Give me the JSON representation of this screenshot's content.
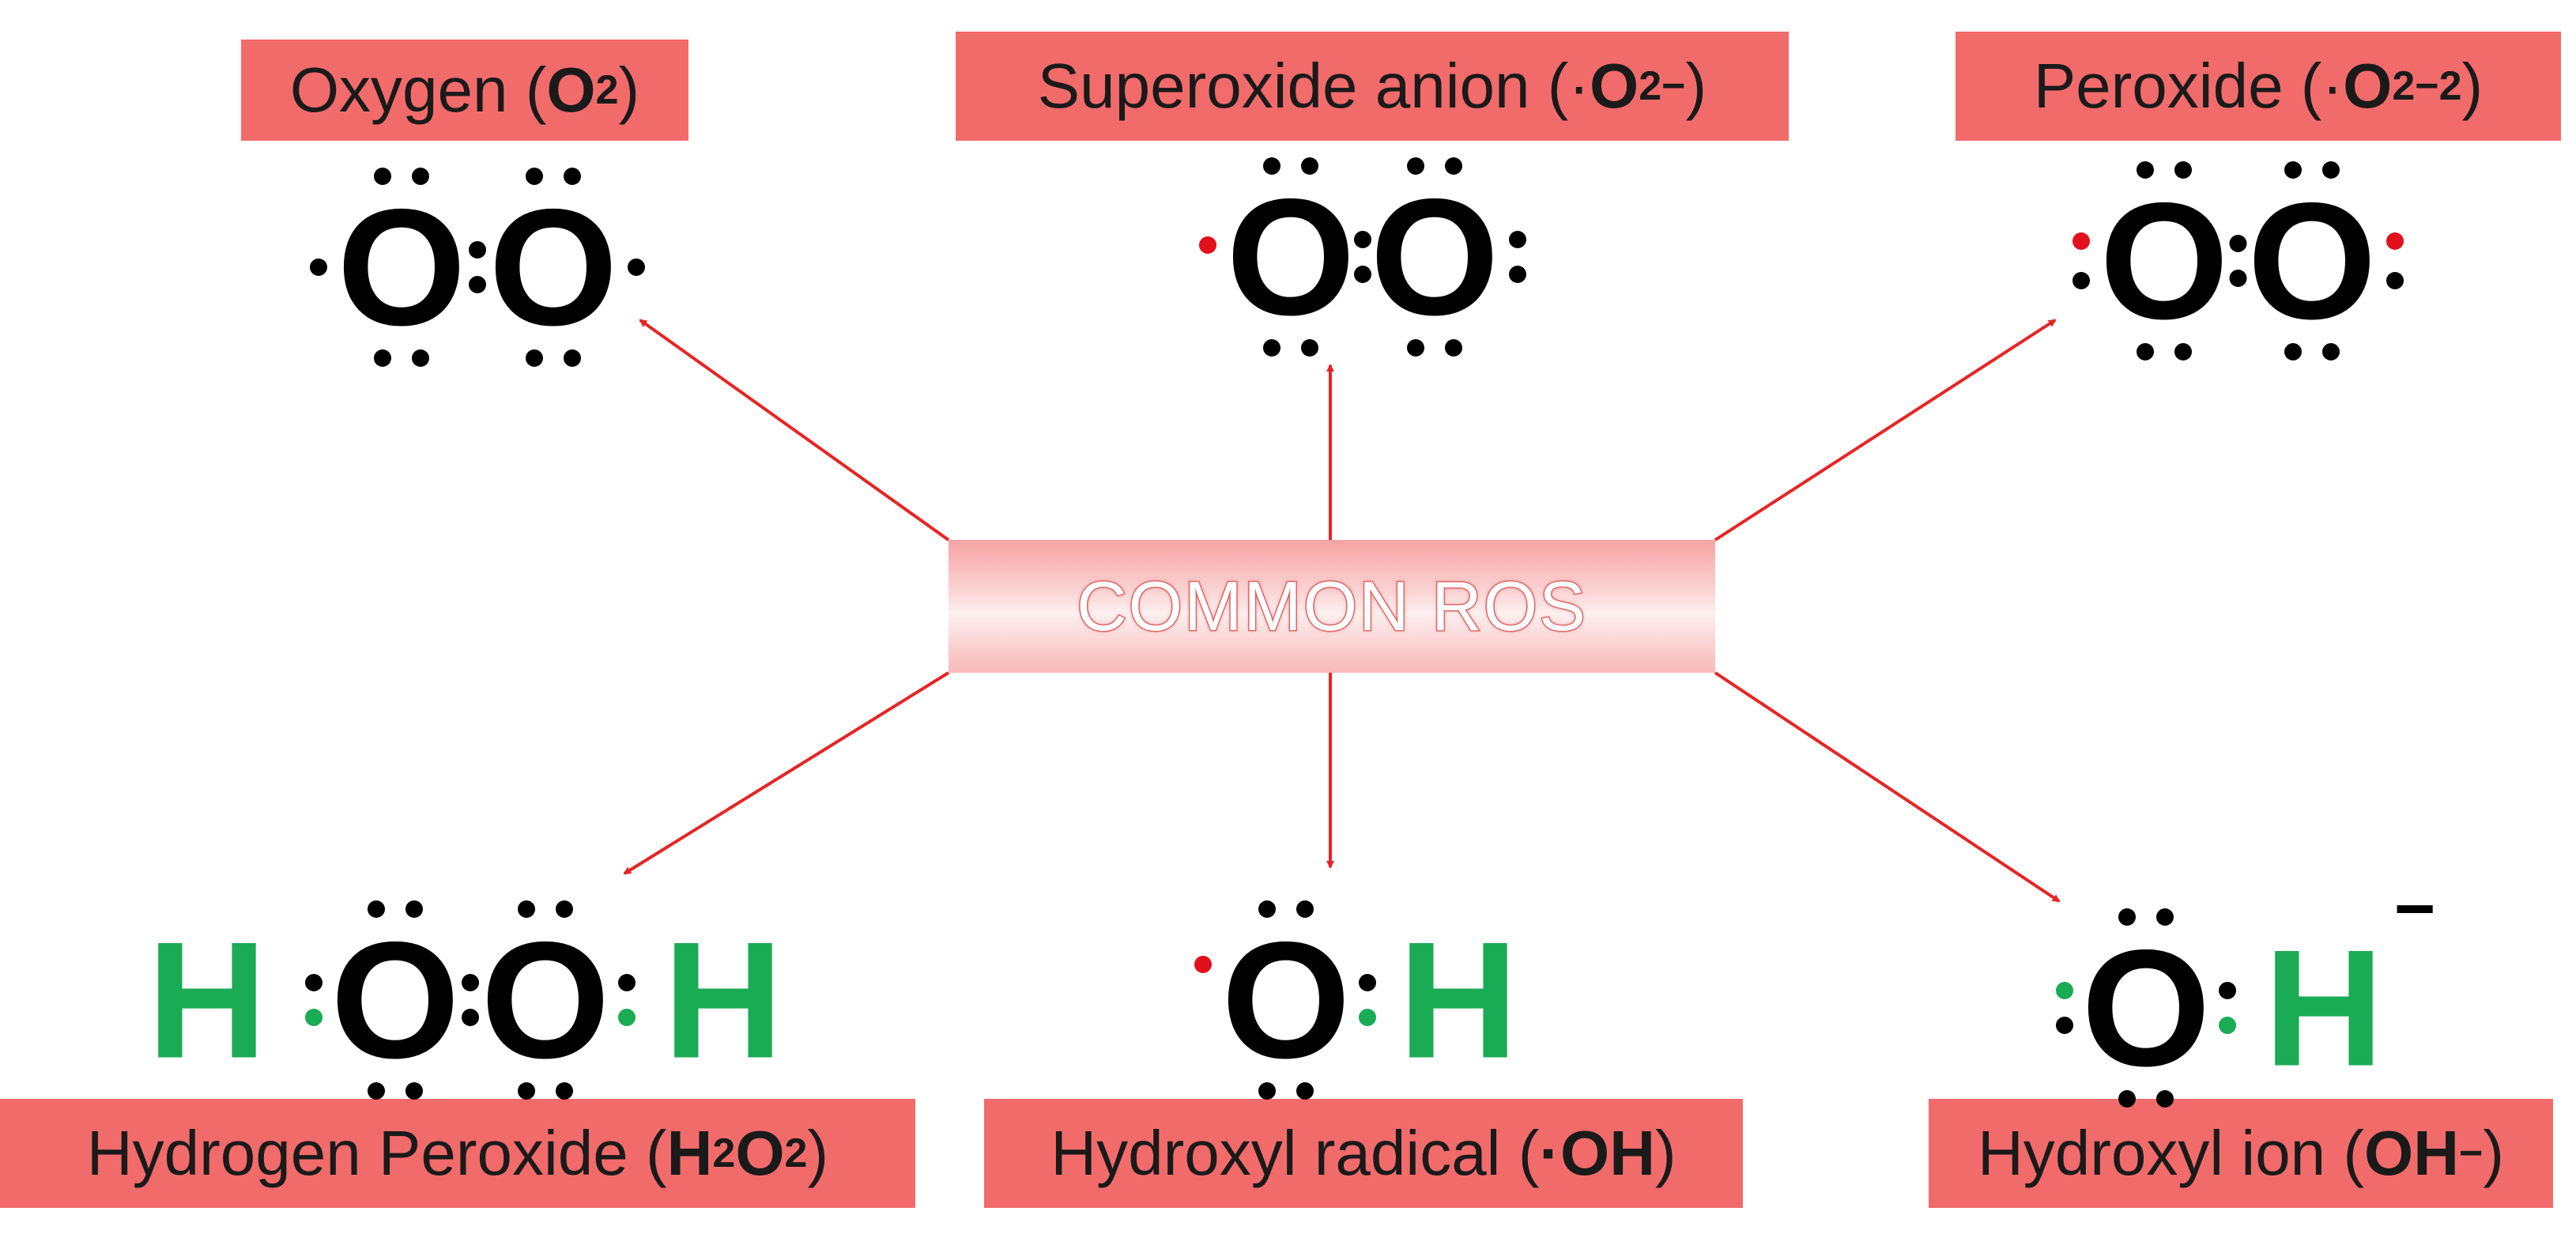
{
  "colors": {
    "label_bg": "#f26b6b",
    "arrow": "#e52525",
    "oxygen_symbol": "#000000",
    "hydrogen_symbol": "#1aab55",
    "unpaired_electron": "#e0101c",
    "shared_electron_h": "#1aab55",
    "center_gradient": "#fbd6d6"
  },
  "center": {
    "label": "COMMON ROS"
  },
  "species": [
    {
      "id": "oxygen",
      "name": "Oxygen",
      "formula_open": "(",
      "formula_main": "O",
      "formula_sub": "2",
      "formula_sup": "",
      "formula_close": ")"
    },
    {
      "id": "superoxide",
      "name": "Superoxide anion",
      "formula_open": "(·",
      "formula_main": "O",
      "formula_sub": "2",
      "formula_sup": "−",
      "formula_close": ")"
    },
    {
      "id": "peroxide",
      "name": "Peroxide",
      "formula_open": "(·",
      "formula_main": "O",
      "formula_sub": "2",
      "formula_sup": "−2",
      "formula_close": ")"
    },
    {
      "id": "hydrogen-peroxide",
      "name": "Hydrogen Peroxide",
      "formula_open": "(",
      "formula_main": "H",
      "formula_sub": "2",
      "formula_main2": "O",
      "formula_sub2": "2",
      "formula_close": ")"
    },
    {
      "id": "hydroxyl-radical",
      "name": "Hydroxyl radical",
      "formula_open": "(",
      "formula_main": "·OH",
      "formula_close": ")"
    },
    {
      "id": "hydroxyl-ion",
      "name": "Hydroxyl ion",
      "formula_open": "(",
      "formula_main": "OH",
      "formula_sup": "−",
      "formula_close": ")"
    }
  ],
  "atoms": {
    "oxygen": "O",
    "hydrogen": "H",
    "charge_minus": "−"
  }
}
